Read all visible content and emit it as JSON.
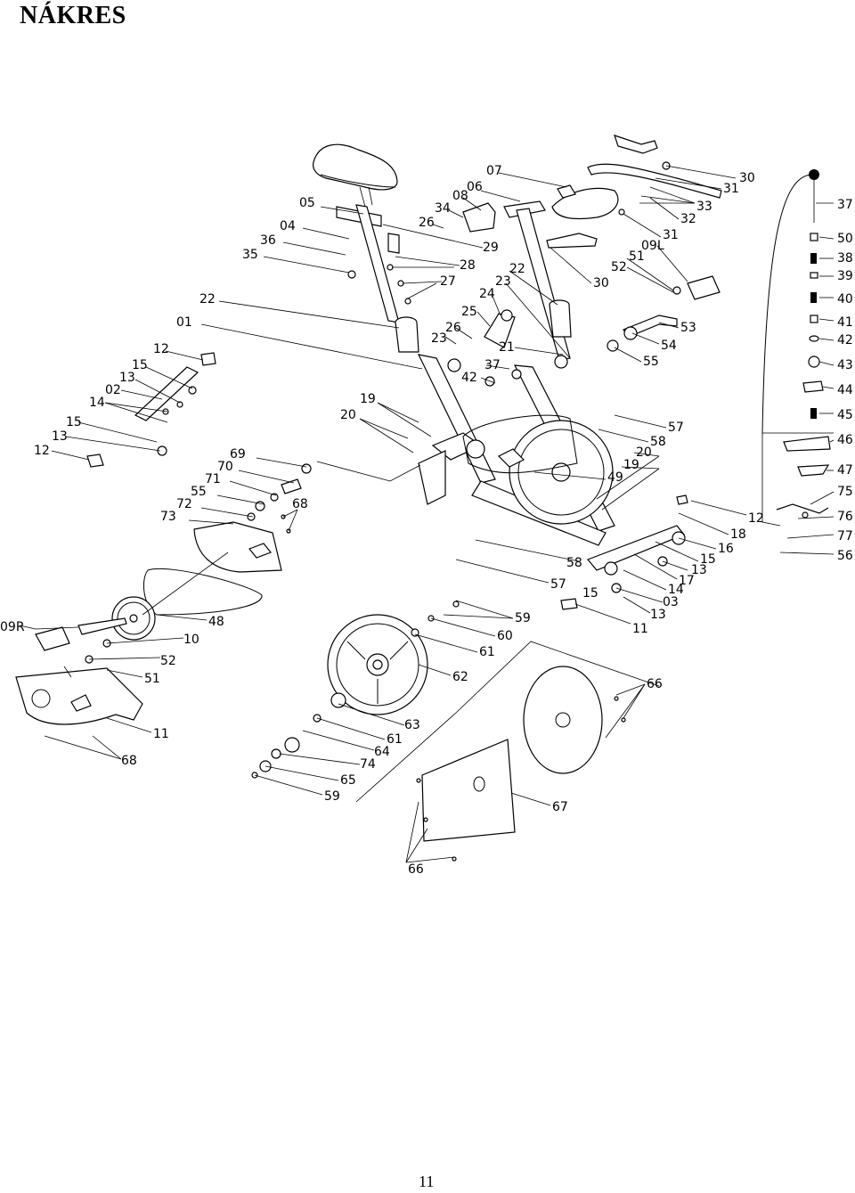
{
  "page": {
    "title": "NÁKRES",
    "page_number": "11"
  },
  "callouts": {
    "l07": "07",
    "l06": "06",
    "l08": "08",
    "l34": "34",
    "l26a": "26",
    "l29": "29",
    "l05": "05",
    "l04": "04",
    "l36": "36",
    "l35": "35",
    "l28": "28",
    "l27": "27",
    "l22a": "22",
    "l23a": "23",
    "l24": "24",
    "l22b": "22",
    "l01": "01",
    "l25": "25",
    "l26b": "26",
    "l23b": "23",
    "l21": "21",
    "l37a": "37",
    "l42a": "42",
    "l12a": "12",
    "l15a": "15",
    "l13a": "13",
    "l02": "02",
    "l14a": "14",
    "l15b": "15",
    "l13b": "13",
    "l12b": "12",
    "l19a": "19",
    "l20a": "20",
    "l30a": "30",
    "l31a": "31",
    "l33": "33",
    "l32": "32",
    "l31b": "31",
    "l09L": "09L",
    "l51a": "51",
    "l52a": "52",
    "l30b": "30",
    "l53": "53",
    "l54": "54",
    "l55a": "55",
    "l57a": "57",
    "l58a": "58",
    "l20b": "20",
    "l19b": "19",
    "l49": "49",
    "l12c": "12",
    "l18": "18",
    "l16": "16",
    "l15c": "15",
    "l13c": "13",
    "l17": "17",
    "l14b": "14",
    "l15d": "15",
    "l03": "03",
    "l13d": "13",
    "l11a": "11",
    "l58b": "58",
    "l57b": "57",
    "l69": "69",
    "l70": "70",
    "l71": "71",
    "l55b": "55",
    "l72": "72",
    "l68a": "68",
    "l73": "73",
    "l48": "48",
    "l09R": "09R",
    "l10": "10",
    "l52b": "52",
    "l51b": "51",
    "l11b": "11",
    "l68b": "68",
    "l59a": "59",
    "l60": "60",
    "l61a": "61",
    "l62": "62",
    "l63": "63",
    "l61b": "61",
    "l64": "64",
    "l74": "74",
    "l65": "65",
    "l59b": "59",
    "l66a": "66",
    "l67": "67",
    "l66b": "66",
    "l37b": "37",
    "l50": "50",
    "l38": "38",
    "l39": "39",
    "l40": "40",
    "l41": "41",
    "l42b": "42",
    "l43": "43",
    "l44": "44",
    "l45": "45",
    "l46": "46",
    "l47": "47",
    "l75": "75",
    "l76": "76",
    "l77": "77",
    "l56": "56"
  }
}
